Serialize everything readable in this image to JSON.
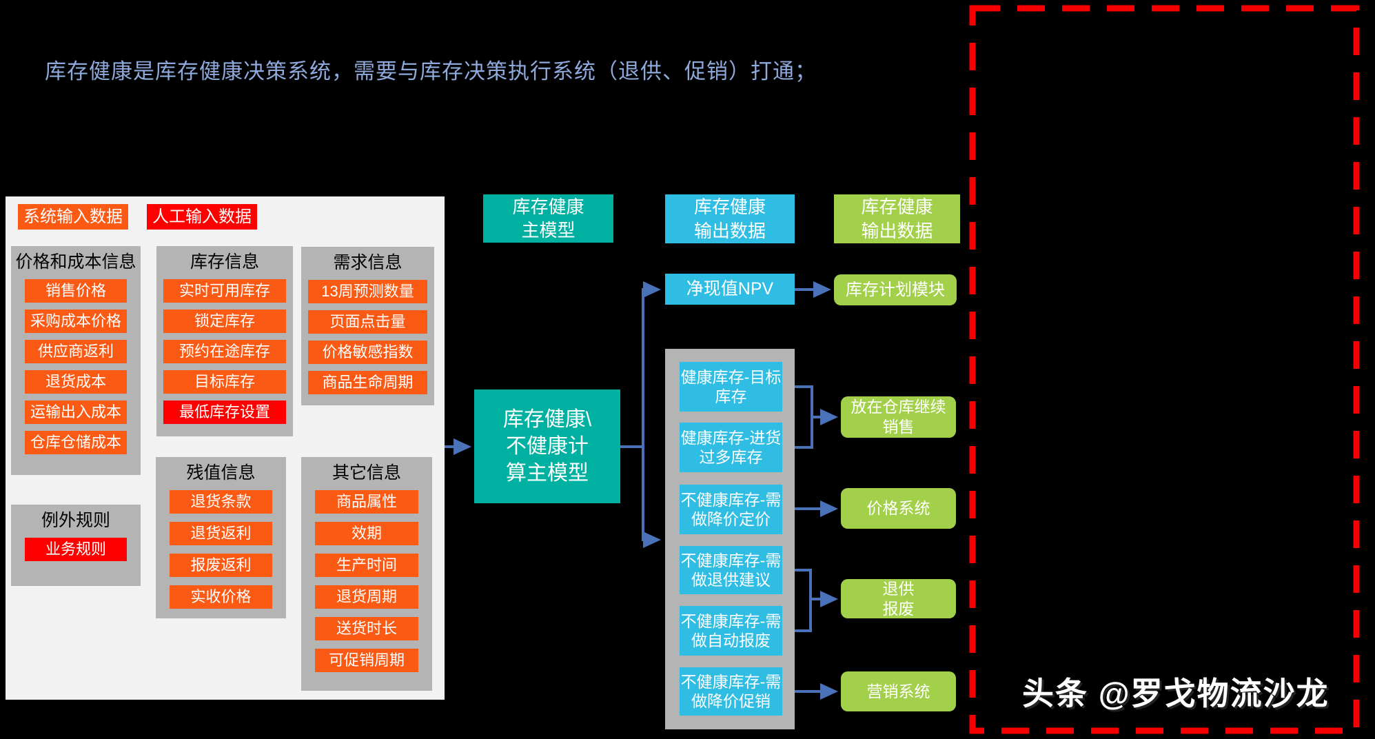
{
  "title": "库存健康是库存健康决策系统，需要与库存决策执行系统（退供、促销）打通；",
  "colors": {
    "background": "#000000",
    "title_text": "#8ea9db",
    "panel_bg": "#f2f2f2",
    "group_bg": "#b4b4b4",
    "accent_orange": "#fb5a15",
    "accent_red": "#ff0000",
    "model_teal": "#00b0a0",
    "output_cyan": "#2fbde4",
    "target_green": "#a3d04a",
    "connector_blue": "#4a72b8",
    "dashed_frame_red": "#f40000"
  },
  "input_panel": {
    "labels": {
      "system": "系统输入数据",
      "manual": "人工输入数据"
    },
    "groups": [
      {
        "title": "价格和成本信息",
        "items": [
          {
            "label": "销售价格"
          },
          {
            "label": "采购成本价格"
          },
          {
            "label": "供应商返利"
          },
          {
            "label": "退货成本"
          },
          {
            "label": "运输出入成本"
          },
          {
            "label": "仓库仓储成本"
          }
        ]
      },
      {
        "title": "库存信息",
        "items": [
          {
            "label": "实时可用库存"
          },
          {
            "label": "锁定库存"
          },
          {
            "label": "预约在途库存"
          },
          {
            "label": "目标库存"
          },
          {
            "label": "最低库存设置",
            "variant": "red"
          }
        ]
      },
      {
        "title": "需求信息",
        "items": [
          {
            "label": "13周预测数量"
          },
          {
            "label": "页面点击量"
          },
          {
            "label": "价格敏感指数"
          },
          {
            "label": "商品生命周期"
          }
        ]
      },
      {
        "title": "例外规则",
        "items": [
          {
            "label": "业务规则",
            "variant": "red"
          }
        ]
      },
      {
        "title": "残值信息",
        "items": [
          {
            "label": "退货条款"
          },
          {
            "label": "退货返利"
          },
          {
            "label": "报废返利"
          },
          {
            "label": "实收价格"
          }
        ]
      },
      {
        "title": "其它信息",
        "items": [
          {
            "label": "商品属性"
          },
          {
            "label": "效期"
          },
          {
            "label": "生产时间"
          },
          {
            "label": "退货周期"
          },
          {
            "label": "送货时长"
          },
          {
            "label": "可促销周期"
          }
        ]
      }
    ]
  },
  "model": {
    "header": "库存健康\n主模型",
    "main_box": "库存健康\\\n不健康计\n算主模型"
  },
  "outputs_data": {
    "header": "库存健康\n输出数据",
    "npv": "净现值NPV",
    "boxes": [
      "健康库存-目标\n库存",
      "健康库存-进货\n过多库存",
      "不健康库存-需\n做降价定价",
      "不健康库存-需\n做退供建议",
      "不健康库存-需\n做自动报废",
      "不健康库存-需\n做降价促销"
    ]
  },
  "outputs_target": {
    "header": "库存健康\n输出数据",
    "plan_module": "库存计划模块",
    "targets": [
      "放在仓库继续\n销售",
      "价格系统",
      "退供\n报废",
      "营销系统"
    ]
  },
  "watermark": "头条 @罗戈物流沙龙"
}
